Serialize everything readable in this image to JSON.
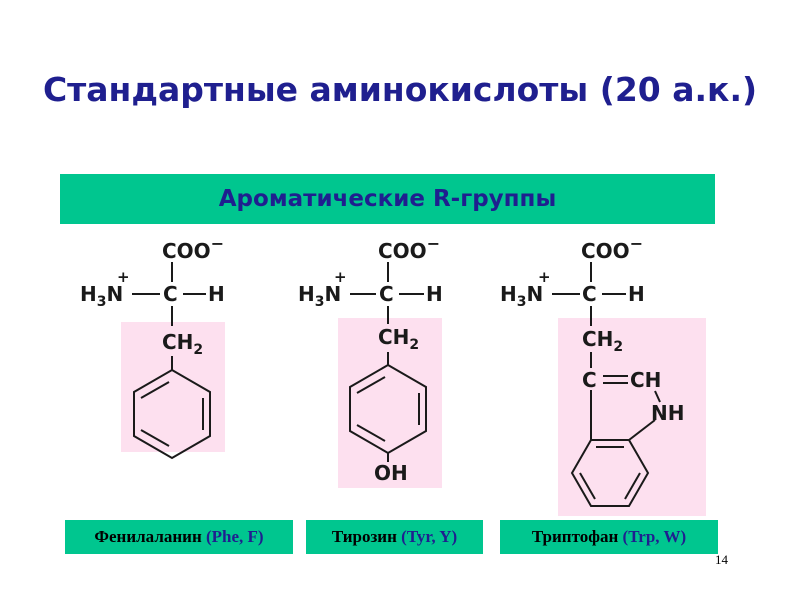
{
  "slide": {
    "title": "Стандартные аминокислоты (20 а.к.)",
    "section_header": "Ароматические R-группы",
    "page_number": "14"
  },
  "labels": {
    "carboxylate": "COO",
    "charge_minus": "−",
    "charge_plus": "+",
    "amino_h": "H",
    "amino_sub": "3",
    "amino_n": "N",
    "alpha_c": "C",
    "h": "H",
    "ch2_c": "CH",
    "ch2_sub": "2",
    "oh": "OH",
    "c": "C",
    "ch": "CH",
    "nh": "NH"
  },
  "amino_acids": [
    {
      "name": "Фенилаланин",
      "code": "(Phe, F)"
    },
    {
      "name": "Тирозин",
      "code": "(Tyr, Y)"
    },
    {
      "name": "Триптофан",
      "code": "(Trp, W)"
    }
  ],
  "colors": {
    "title": "#1f1f8f",
    "header_background": "#00c68f",
    "r_group_highlight": "#fde0ef",
    "bond": "#1a1a1a"
  }
}
